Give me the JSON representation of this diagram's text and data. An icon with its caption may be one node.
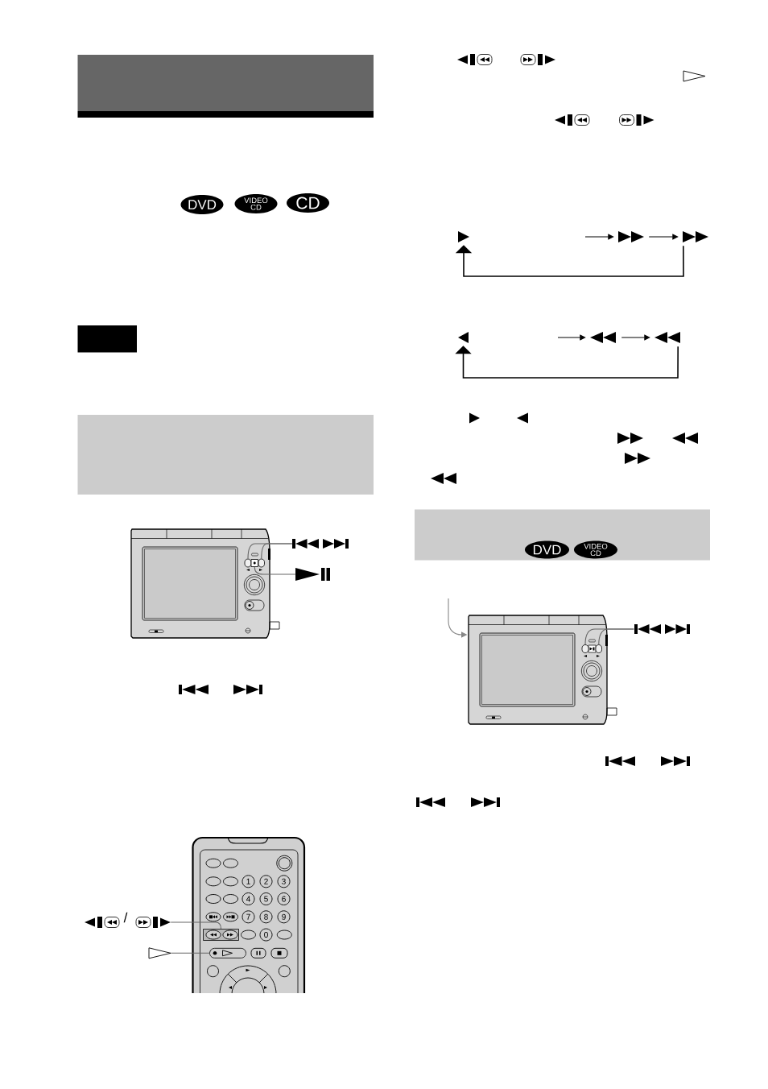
{
  "diagram": {
    "nodes": [
      {
        "text": [
          "DVD"
        ]
      },
      {
        "text": [
          "VIDEO CD"
        ]
      },
      {
        "text": [
          "CD"
        ]
      },
      {
        "text": [],
        "shape": "box"
      },
      {
        "text": [],
        "shape": "band"
      },
      {
        "text": [],
        "shape": "picture"
      },
      {
        "text": [],
        "shape": "box",
        "in": 5
      },
      {
        "text": [],
        "shape": "box",
        "in": 5
      },
      {
        "text": [],
        "shape": "box",
        "in": 5
      },
      {
        "text": [],
        "shape": "picture"
      },
      {
        "text": [],
        "shape": "picture"
      },
      {
        "text": [],
        "shape": "picture"
      },
      {
        "text": [
          "1"
        ],
        "in": 11
      },
      {
        "text": [
          "2"
        ],
        "in": 11
      },
      {
        "text": [
          "3"
        ],
        "in": 11
      },
      {
        "text": [
          "4"
        ],
        "in": 11
      },
      {
        "text": [
          "5"
        ],
        "in": 11
      },
      {
        "text": [
          "6"
        ],
        "in": 11
      },
      {
        "text": [
          "7"
        ],
        "in": 11
      },
      {
        "text": [
          "8"
        ],
        "in": 11
      },
      {
        "text": [
          "9"
        ],
        "in": 11
      },
      {
        "text": [],
        "shape": "box",
        "in": 11
      },
      {
        "text": [
          "0"
        ],
        "in": 11
      },
      {
        "text": [],
        "shape": "box",
        "in": 11
      },
      {
        "text": [],
        "shape": "circle",
        "in": 11
      },
      {
        "text": [],
        "shape": "circle",
        "in": 11
      },
      {
        "text": [],
        "shape": "picture"
      },
      {
        "text": [],
        "shape": "triangle"
      },
      {
        "text": [],
        "shape": "triangle"
      },
      {
        "text": [],
        "shape": "picture"
      },
      {
        "text": [],
        "shape": "picture"
      },
      {
        "text": [],
        "shape": "triangle"
      },
      {
        "text": [],
        "shape": "picture"
      },
      {
        "text": [],
        "shape": "picture"
      },
      {
        "text": [],
        "shape": "band"
      },
      {
        "text": [
          "DVD"
        ],
        "in": 34
      },
      {
        "text": [
          "VIDEO CD"
        ],
        "in": 34
      },
      {
        "text": [],
        "shape": "picture"
      },
      {
        "text": [],
        "shape": "box",
        "in": 37
      },
      {
        "text": [],
        "shape": "box",
        "in": 37
      },
      {
        "text": [],
        "shape": "picture"
      }
    ],
    "edges": [
      {
        "from": 9,
        "to": 6,
        "arrow": "none"
      },
      {
        "from": 9,
        "to": 8,
        "arrow": "none"
      },
      {
        "from": 10,
        "to": 7,
        "arrow": "none"
      },
      {
        "from": 26,
        "to": 21,
        "arrow": "none"
      },
      {
        "from": 27,
        "to": 23,
        "arrow": "none"
      },
      {
        "from": null,
        "to": 29,
        "arrow": "to",
        "color": "#000000"
      },
      {
        "from": 29,
        "to": 30,
        "arrow": "to",
        "color": "#000000"
      },
      {
        "from": 30,
        "to": 28,
        "arrow": "to",
        "color": "#000000"
      },
      {
        "from": null,
        "to": 32,
        "arrow": "to",
        "color": "#000000"
      },
      {
        "from": 32,
        "to": 33,
        "arrow": "to",
        "color": "#000000"
      },
      {
        "from": 33,
        "to": 31,
        "arrow": "to",
        "color": "#000000"
      },
      {
        "from": null,
        "to": 37,
        "arrow": "to",
        "color": "#888888"
      },
      {
        "from": 40,
        "to": 38,
        "arrow": "none"
      },
      {
        "from": 40,
        "to": 39,
        "arrow": "none"
      }
    ],
    "labels": [
      "/"
    ]
  }
}
